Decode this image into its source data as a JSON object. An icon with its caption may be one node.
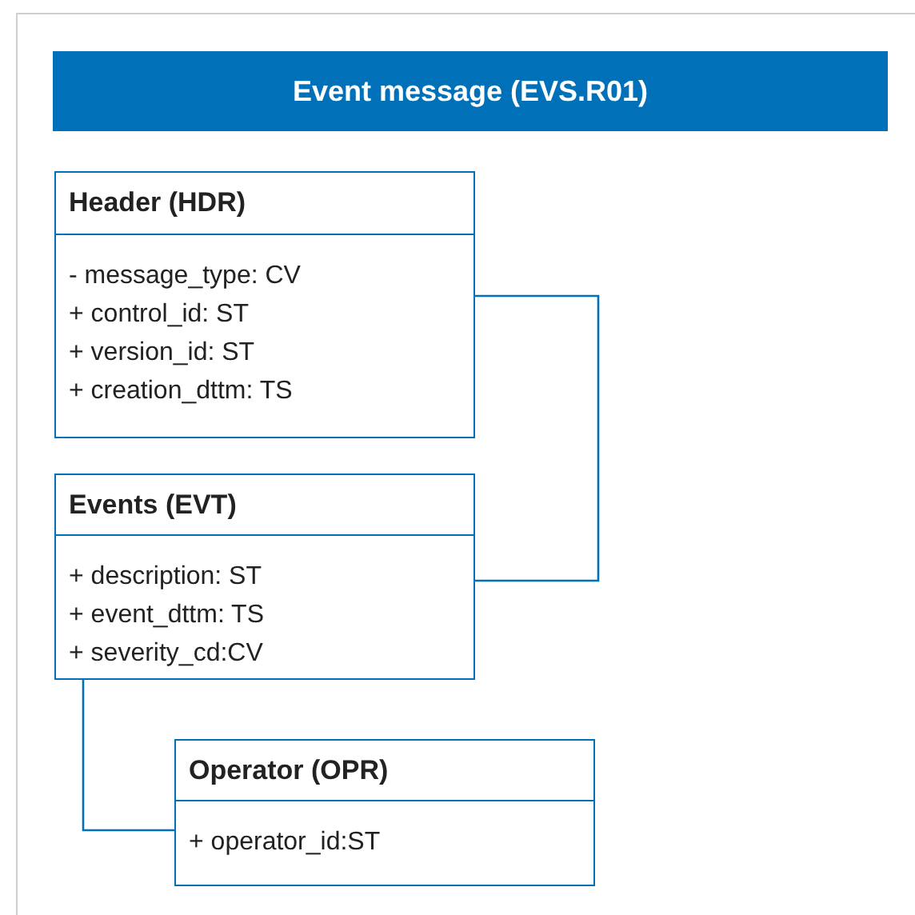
{
  "diagram": {
    "title": "Event message (EVS.R01)",
    "nodes": [
      {
        "text": [
          "Header (HDR)",
          "- message_type: CV",
          "+ control_id: ST",
          "+ version_id: ST",
          "+ creation_dttm: TS"
        ]
      },
      {
        "text": [
          "Events (EVT)",
          "+ description: ST",
          "+ event_dttm: TS",
          "+ severity_cd:CV"
        ]
      },
      {
        "text": [
          "Operator (OPR)",
          "+ operator_id:ST"
        ]
      }
    ],
    "edges": [
      {
        "from": 0,
        "to": 1,
        "arrow": "none"
      },
      {
        "from": 1,
        "to": 2,
        "arrow": "none"
      }
    ]
  }
}
